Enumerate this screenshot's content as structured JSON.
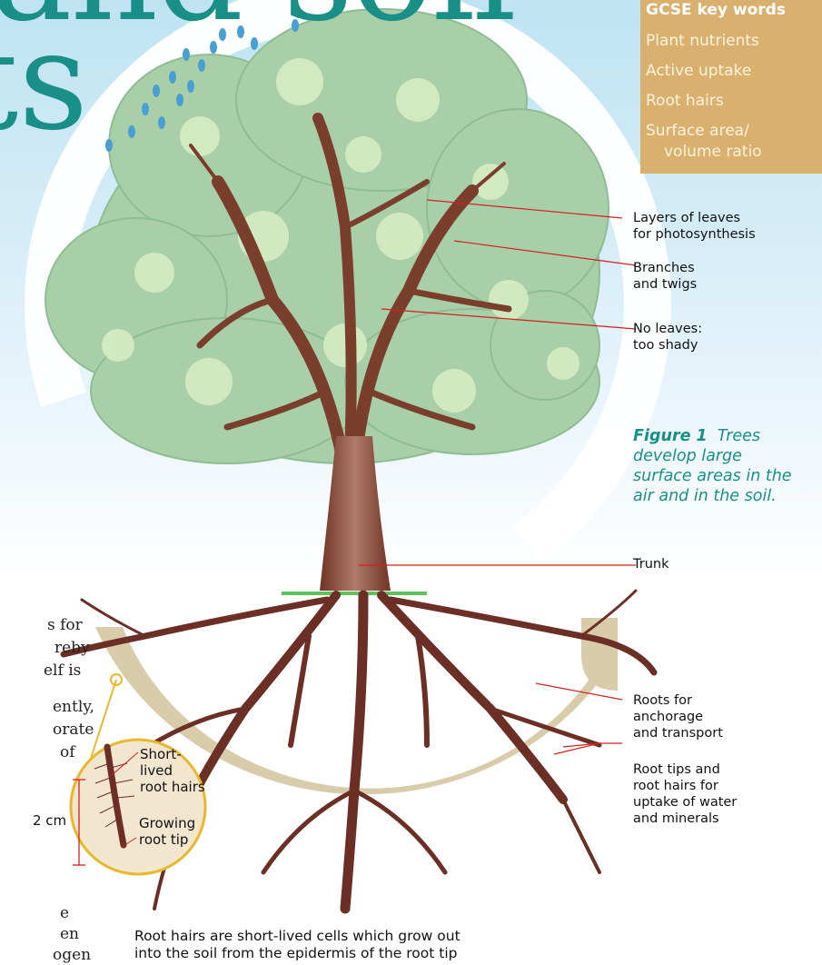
{
  "header": {
    "title_line1": "and soil",
    "title_line2": "ts"
  },
  "key_words": {
    "heading": "GCSE key words",
    "items": [
      "Plant nutrients",
      "Active uptake",
      "Root hairs",
      "Surface area/",
      "volume ratio"
    ]
  },
  "labels": {
    "leaves_1": "Layers of leaves",
    "leaves_2": "for photosynthesis",
    "branches_1": "Branches",
    "branches_2": "and twigs",
    "noleaves_1": "No leaves:",
    "noleaves_2": "too shady",
    "trunk": "Trunk",
    "roots_1": "Roots for",
    "roots_2": "anchorage",
    "roots_3": "and transport",
    "tips_1": "Root tips and",
    "tips_2": "root hairs for",
    "tips_3": "uptake of water",
    "tips_4": "and minerals"
  },
  "caption": {
    "figure": "Figure 1",
    "line1": "Trees",
    "line2": "develop large",
    "line3": "surface areas in the",
    "line4": "air and in the soil."
  },
  "inset": {
    "short_1": "Short-",
    "short_2": "lived",
    "short_3": "root hairs",
    "grow_1": "Growing",
    "grow_2": "root tip",
    "scale": "2 cm"
  },
  "bottom_caption": {
    "line1": "Root hairs are short-lived cells which grow out",
    "line2": "into the soil from the epidermis of the root tip"
  },
  "body_fragments": [
    "s for",
    "reby",
    "elf is",
    "ently,",
    "orate",
    "of",
    "e",
    "en",
    "ogen"
  ],
  "colors": {
    "title": "#1a8f88",
    "keybox": "#d9b06d",
    "label_line": "#d22020",
    "trunk": "#7a3f2c",
    "foliage": "#a8cfa8",
    "soil_arc": "#d9ccab"
  }
}
